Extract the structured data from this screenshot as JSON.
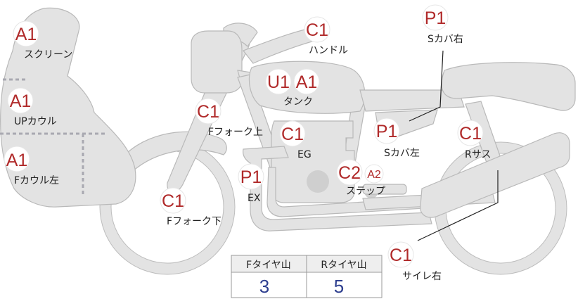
{
  "colors": {
    "grade_text": "#b02a2a",
    "part_body": "#e3e3e3",
    "table_value": "#2e3f8f",
    "table_header_bg": "#eeeeee"
  },
  "parts": [
    {
      "id": "screen",
      "grade": "A1",
      "label": "スクリーン"
    },
    {
      "id": "up-cowl",
      "grade": "A1",
      "label": "UPカウル"
    },
    {
      "id": "f-cowl-left",
      "grade": "A1",
      "label": "Fカウル左"
    },
    {
      "id": "f-fork-lower",
      "grade": "C1",
      "label": "Fフォーク下"
    },
    {
      "id": "f-fork-upper",
      "grade": "C1",
      "label": "Fフォーク上"
    },
    {
      "id": "handle",
      "grade": "C1",
      "label": "ハンドル"
    },
    {
      "id": "tank",
      "grade": "U1",
      "grade2": "A1",
      "label": "タンク"
    },
    {
      "id": "eg",
      "grade": "C1",
      "label": "EG"
    },
    {
      "id": "ex",
      "grade": "P1",
      "label": "EX"
    },
    {
      "id": "step",
      "grade": "C2",
      "grade2": "A2",
      "label": "ステップ"
    },
    {
      "id": "s-cover-left",
      "grade": "P1",
      "label": "Sカバ左"
    },
    {
      "id": "s-cover-right",
      "grade": "P1",
      "label": "Sカバ右"
    },
    {
      "id": "r-sus",
      "grade": "C1",
      "label": "Rサス"
    },
    {
      "id": "silencer-right",
      "grade": "C1",
      "label": "サイレ右"
    }
  ],
  "tire_table": {
    "headers": [
      "Fタイヤ山",
      "Rタイヤ山"
    ],
    "values": [
      "3",
      "5"
    ]
  }
}
